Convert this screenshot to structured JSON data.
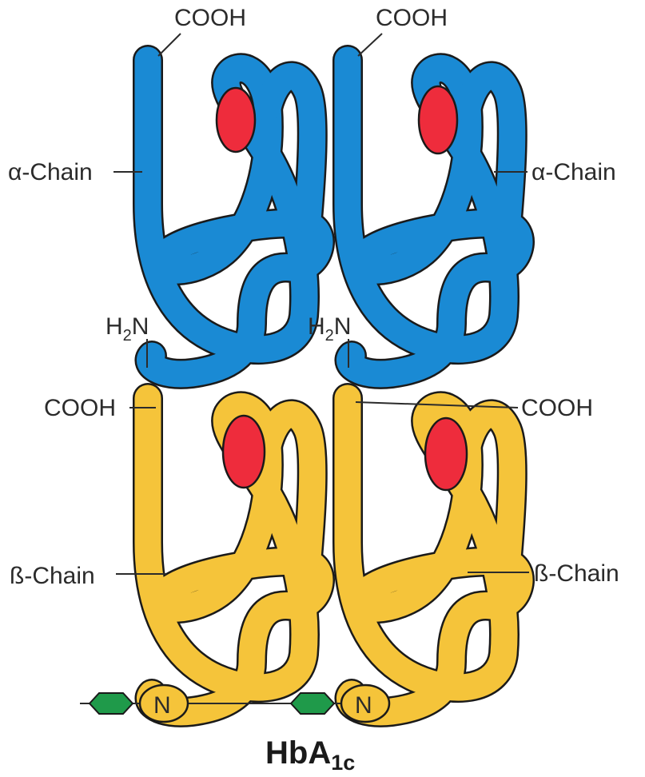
{
  "title": {
    "main": "HbA",
    "subscript": "1c"
  },
  "labels": {
    "cooh": "COOH",
    "alpha_chain": "α-Chain",
    "beta_chain": "ß-Chain",
    "h2n_h": "H",
    "h2n_sub": "2",
    "h2n_n": "N",
    "n_terminus": "N"
  },
  "colors": {
    "alpha_chain": "#1a8ad4",
    "beta_chain": "#f5c43a",
    "heme": "#ee2c3c",
    "glucose": "#1f9a4a",
    "outline": "#1a1a1a"
  }
}
